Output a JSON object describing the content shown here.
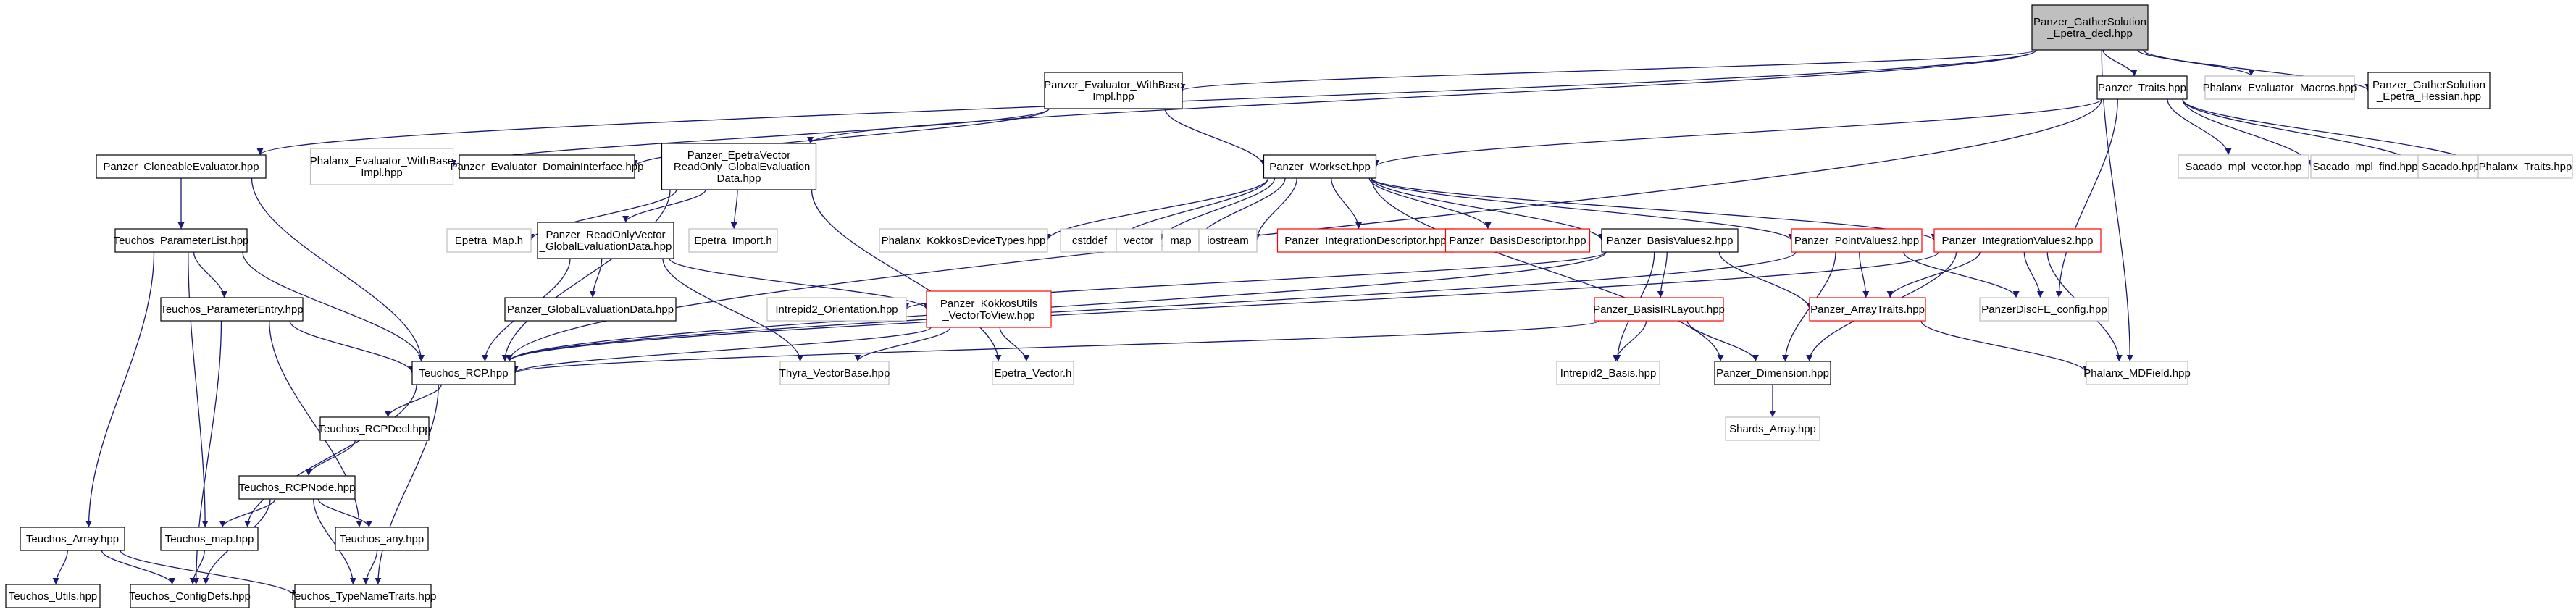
{
  "colors": {
    "edge": "#191970",
    "border_default": "#000000",
    "border_red": "#ff0000",
    "border_gray": "#bfbfbf",
    "root_fill": "#bfbfbf",
    "fill": "#ffffff",
    "text": "#000000"
  },
  "nodes": [
    {
      "id": "root",
      "lines": [
        "Panzer_GatherSolution",
        "_Epetra_decl.hpp"
      ],
      "style": "root"
    },
    {
      "id": "ewbi",
      "lines": [
        "Panzer_Evaluator_WithBase",
        "Impl.hpp"
      ],
      "style": "default"
    },
    {
      "id": "traits",
      "lines": [
        "Panzer_Traits.hpp"
      ],
      "style": "default"
    },
    {
      "id": "phxmacros",
      "lines": [
        "Phalanx_Evaluator_Macros.hpp"
      ],
      "style": "gray"
    },
    {
      "id": "gshess",
      "lines": [
        "Panzer_GatherSolution",
        "_Epetra_Hessian.hpp"
      ],
      "style": "default"
    },
    {
      "id": "clone",
      "lines": [
        "Panzer_CloneableEvaluator.hpp"
      ],
      "style": "default"
    },
    {
      "id": "phxewbi",
      "lines": [
        "Phalanx_Evaluator_WithBase",
        "Impl.hpp"
      ],
      "style": "gray"
    },
    {
      "id": "domint",
      "lines": [
        "Panzer_Evaluator_DomainInterface.hpp"
      ],
      "style": "default"
    },
    {
      "id": "epvec",
      "lines": [
        "Panzer_EpetraVector",
        "_ReadOnly_GlobalEvaluation",
        "Data.hpp"
      ],
      "style": "default"
    },
    {
      "id": "workset",
      "lines": [
        "Panzer_Workset.hpp"
      ],
      "style": "default"
    },
    {
      "id": "smplvec",
      "lines": [
        "Sacado_mpl_vector.hpp"
      ],
      "style": "gray"
    },
    {
      "id": "smplfind",
      "lines": [
        "Sacado_mpl_find.hpp"
      ],
      "style": "gray"
    },
    {
      "id": "sacado",
      "lines": [
        "Sacado.hpp"
      ],
      "style": "gray"
    },
    {
      "id": "phxtraits",
      "lines": [
        "Phalanx_Traits.hpp"
      ],
      "style": "gray"
    },
    {
      "id": "plist",
      "lines": [
        "Teuchos_ParameterList.hpp"
      ],
      "style": "default"
    },
    {
      "id": "epmap",
      "lines": [
        "Epetra_Map.h"
      ],
      "style": "gray"
    },
    {
      "id": "rovec",
      "lines": [
        "Panzer_ReadOnlyVector",
        "_GlobalEvaluationData.hpp"
      ],
      "style": "default"
    },
    {
      "id": "epimport",
      "lines": [
        "Epetra_Import.h"
      ],
      "style": "gray"
    },
    {
      "id": "kdt",
      "lines": [
        "Phalanx_KokkosDeviceTypes.hpp"
      ],
      "style": "gray"
    },
    {
      "id": "cstddef",
      "lines": [
        "cstddef"
      ],
      "style": "gray"
    },
    {
      "id": "vector",
      "lines": [
        "vector"
      ],
      "style": "gray"
    },
    {
      "id": "map",
      "lines": [
        "map"
      ],
      "style": "gray"
    },
    {
      "id": "iostream",
      "lines": [
        "iostream"
      ],
      "style": "gray"
    },
    {
      "id": "intdesc",
      "lines": [
        "Panzer_IntegrationDescriptor.hpp"
      ],
      "style": "red"
    },
    {
      "id": "basdesc",
      "lines": [
        "Panzer_BasisDescriptor.hpp"
      ],
      "style": "red"
    },
    {
      "id": "bv2",
      "lines": [
        "Panzer_BasisValues2.hpp"
      ],
      "style": "default"
    },
    {
      "id": "pv2",
      "lines": [
        "Panzer_PointValues2.hpp"
      ],
      "style": "red"
    },
    {
      "id": "iv2",
      "lines": [
        "Panzer_IntegrationValues2.hpp"
      ],
      "style": "red"
    },
    {
      "id": "pentry",
      "lines": [
        "Teuchos_ParameterEntry.hpp"
      ],
      "style": "default"
    },
    {
      "id": "ged",
      "lines": [
        "Panzer_GlobalEvaluationData.hpp"
      ],
      "style": "default"
    },
    {
      "id": "kkutils",
      "lines": [
        "Panzer_KokkosUtils",
        "_VectorToView.hpp"
      ],
      "style": "red"
    },
    {
      "id": "i2orient",
      "lines": [
        "Intrepid2_Orientation.hpp"
      ],
      "style": "gray"
    },
    {
      "id": "arraytraits",
      "lines": [
        "Panzer_ArrayTraits.hpp"
      ],
      "style": "red"
    },
    {
      "id": "discfe",
      "lines": [
        "PanzerDiscFE_config.hpp"
      ],
      "style": "gray"
    },
    {
      "id": "birl",
      "lines": [
        "Panzer_BasisIRLayout.hpp"
      ],
      "style": "red"
    },
    {
      "id": "rcp",
      "lines": [
        "Teuchos_RCP.hpp"
      ],
      "style": "default"
    },
    {
      "id": "thyra",
      "lines": [
        "Thyra_VectorBase.hpp"
      ],
      "style": "gray"
    },
    {
      "id": "epvech",
      "lines": [
        "Epetra_Vector.h"
      ],
      "style": "gray"
    },
    {
      "id": "i2basis",
      "lines": [
        "Intrepid2_Basis.hpp"
      ],
      "style": "gray"
    },
    {
      "id": "pdim",
      "lines": [
        "Panzer_Dimension.hpp"
      ],
      "style": "default"
    },
    {
      "id": "mdfield",
      "lines": [
        "Phalanx_MDField.hpp"
      ],
      "style": "gray"
    },
    {
      "id": "rcpdecl",
      "lines": [
        "Teuchos_RCPDecl.hpp"
      ],
      "style": "default"
    },
    {
      "id": "shards",
      "lines": [
        "Shards_Array.hpp"
      ],
      "style": "gray"
    },
    {
      "id": "rcpnode",
      "lines": [
        "Teuchos_RCPNode.hpp"
      ],
      "style": "default"
    },
    {
      "id": "tarray",
      "lines": [
        "Teuchos_Array.hpp"
      ],
      "style": "default"
    },
    {
      "id": "tmap",
      "lines": [
        "Teuchos_map.hpp"
      ],
      "style": "default"
    },
    {
      "id": "tany",
      "lines": [
        "Teuchos_any.hpp"
      ],
      "style": "default"
    },
    {
      "id": "tutils",
      "lines": [
        "Teuchos_Utils.hpp"
      ],
      "style": "default"
    },
    {
      "id": "tconfig",
      "lines": [
        "Teuchos_ConfigDefs.hpp"
      ],
      "style": "default"
    },
    {
      "id": "ttnt",
      "lines": [
        "Teuchos_TypeNameTraits.hpp"
      ],
      "style": "default"
    }
  ],
  "edges": [
    [
      "root",
      "ewbi"
    ],
    [
      "root",
      "traits"
    ],
    [
      "root",
      "phxmacros"
    ],
    [
      "root",
      "gshess"
    ],
    [
      "root",
      "clone"
    ],
    [
      "root",
      "epvec"
    ],
    [
      "root",
      "mdfield"
    ],
    [
      "ewbi",
      "phxewbi"
    ],
    [
      "ewbi",
      "domint"
    ],
    [
      "ewbi",
      "workset"
    ],
    [
      "traits",
      "workset"
    ],
    [
      "traits",
      "smplvec"
    ],
    [
      "traits",
      "smplfind"
    ],
    [
      "traits",
      "sacado"
    ],
    [
      "traits",
      "phxtraits"
    ],
    [
      "traits",
      "rcp"
    ],
    [
      "traits",
      "discfe"
    ],
    [
      "clone",
      "plist"
    ],
    [
      "clone",
      "rcp"
    ],
    [
      "epvec",
      "epmap"
    ],
    [
      "epvec",
      "rovec"
    ],
    [
      "epvec",
      "epimport"
    ],
    [
      "epvec",
      "rcp"
    ],
    [
      "epvec",
      "epvech"
    ],
    [
      "workset",
      "kdt"
    ],
    [
      "workset",
      "cstddef"
    ],
    [
      "workset",
      "vector"
    ],
    [
      "workset",
      "map"
    ],
    [
      "workset",
      "iostream"
    ],
    [
      "workset",
      "intdesc"
    ],
    [
      "workset",
      "basdesc"
    ],
    [
      "workset",
      "bv2"
    ],
    [
      "workset",
      "pv2"
    ],
    [
      "workset",
      "iv2"
    ],
    [
      "workset",
      "pdim"
    ],
    [
      "plist",
      "pentry"
    ],
    [
      "plist",
      "rcp"
    ],
    [
      "plist",
      "tarray"
    ],
    [
      "plist",
      "tmap"
    ],
    [
      "rovec",
      "ged"
    ],
    [
      "rovec",
      "kkutils"
    ],
    [
      "rovec",
      "rcp"
    ],
    [
      "rovec",
      "thyra"
    ],
    [
      "bv2",
      "i2orient"
    ],
    [
      "bv2",
      "birl"
    ],
    [
      "bv2",
      "arraytraits"
    ],
    [
      "bv2",
      "rcp"
    ],
    [
      "bv2",
      "i2basis"
    ],
    [
      "pv2",
      "arraytraits"
    ],
    [
      "pv2",
      "discfe"
    ],
    [
      "pv2",
      "pdim"
    ],
    [
      "pv2",
      "rcp"
    ],
    [
      "iv2",
      "arraytraits"
    ],
    [
      "iv2",
      "discfe"
    ],
    [
      "iv2",
      "pdim"
    ],
    [
      "iv2",
      "mdfield"
    ],
    [
      "iv2",
      "rcp"
    ],
    [
      "pentry",
      "rcp"
    ],
    [
      "pentry",
      "tany"
    ],
    [
      "pentry",
      "tconfig"
    ],
    [
      "kkutils",
      "rcp"
    ],
    [
      "kkutils",
      "epvech"
    ],
    [
      "kkutils",
      "thyra"
    ],
    [
      "arraytraits",
      "mdfield"
    ],
    [
      "birl",
      "pdim"
    ],
    [
      "birl",
      "i2basis"
    ],
    [
      "birl",
      "rcp"
    ],
    [
      "rcp",
      "rcpdecl"
    ],
    [
      "rcp",
      "tmap"
    ],
    [
      "rcp",
      "ttnt"
    ],
    [
      "rcpdecl",
      "rcpnode"
    ],
    [
      "pdim",
      "shards"
    ],
    [
      "rcpnode",
      "tmap"
    ],
    [
      "rcpnode",
      "tany"
    ],
    [
      "rcpnode",
      "tconfig"
    ],
    [
      "rcpnode",
      "ttnt"
    ],
    [
      "tarray",
      "tutils"
    ],
    [
      "tarray",
      "tconfig"
    ],
    [
      "tarray",
      "ttnt"
    ],
    [
      "tmap",
      "tconfig"
    ],
    [
      "tany",
      "ttnt"
    ]
  ]
}
